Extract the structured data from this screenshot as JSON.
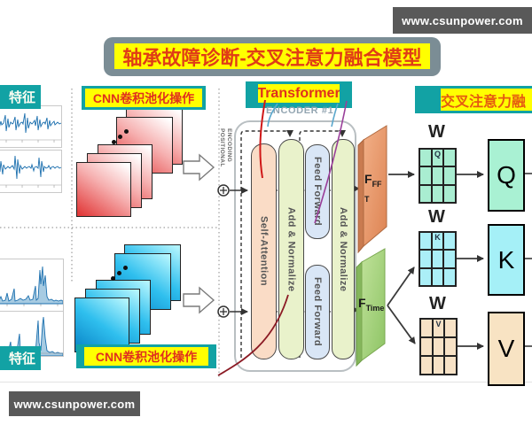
{
  "title": "轴承故障诊断-交叉注意力融合模型",
  "watermarks": {
    "top": "www.csunpower.com",
    "bottom": "www.csunpower.com"
  },
  "left_panel": {
    "top_label": "特征",
    "bottom_label": "特征",
    "plots": [
      {
        "name": "time-domain-waveform-1"
      },
      {
        "name": "time-domain-waveform-2"
      },
      {
        "name": "frequency-spectrum-1"
      },
      {
        "name": "frequency-spectrum-2"
      }
    ]
  },
  "cnn": {
    "top_label": "CNN卷积池化操作",
    "bottom_label": "CNN卷积池化操作"
  },
  "transformer": {
    "label": "Transformer",
    "encoder": "ENCODER #1",
    "positional_encoding_line1": "POSITIONAL",
    "positional_encoding_line2": "ENCODING",
    "pills": {
      "self_attention": "Self-Attention",
      "add_normalize_1": "Add & Normalize",
      "feed_forward_top": "Feed Forward",
      "feed_forward_bottom": "Feed Forward",
      "add_normalize_2": "Add & Normalize"
    }
  },
  "features": {
    "fft": {
      "base": "F",
      "sub": "FF",
      "sub_line2": "T"
    },
    "time": {
      "base": "F",
      "sub": "Time"
    }
  },
  "attention": {
    "section_title": "交叉注意力融",
    "weight_label_q": "W",
    "weight_label_k": "W",
    "weight_label_v": "W",
    "cell_q": "Q",
    "cell_k": "K",
    "cell_v": "V",
    "block_q": "Q",
    "block_k": "K",
    "block_v": "V"
  },
  "colors": {
    "teal": "#12a2a4",
    "label_yellow": "#ffff00",
    "title_red": "#e03c16",
    "fft_slab_orange": "#e8965e",
    "time_slab_green": "#a3d078",
    "q_green": "#a9f1d3",
    "k_cyan": "#a5f0f7",
    "v_peach": "#f8e3c3",
    "signal_blue": "#1b6fae"
  }
}
